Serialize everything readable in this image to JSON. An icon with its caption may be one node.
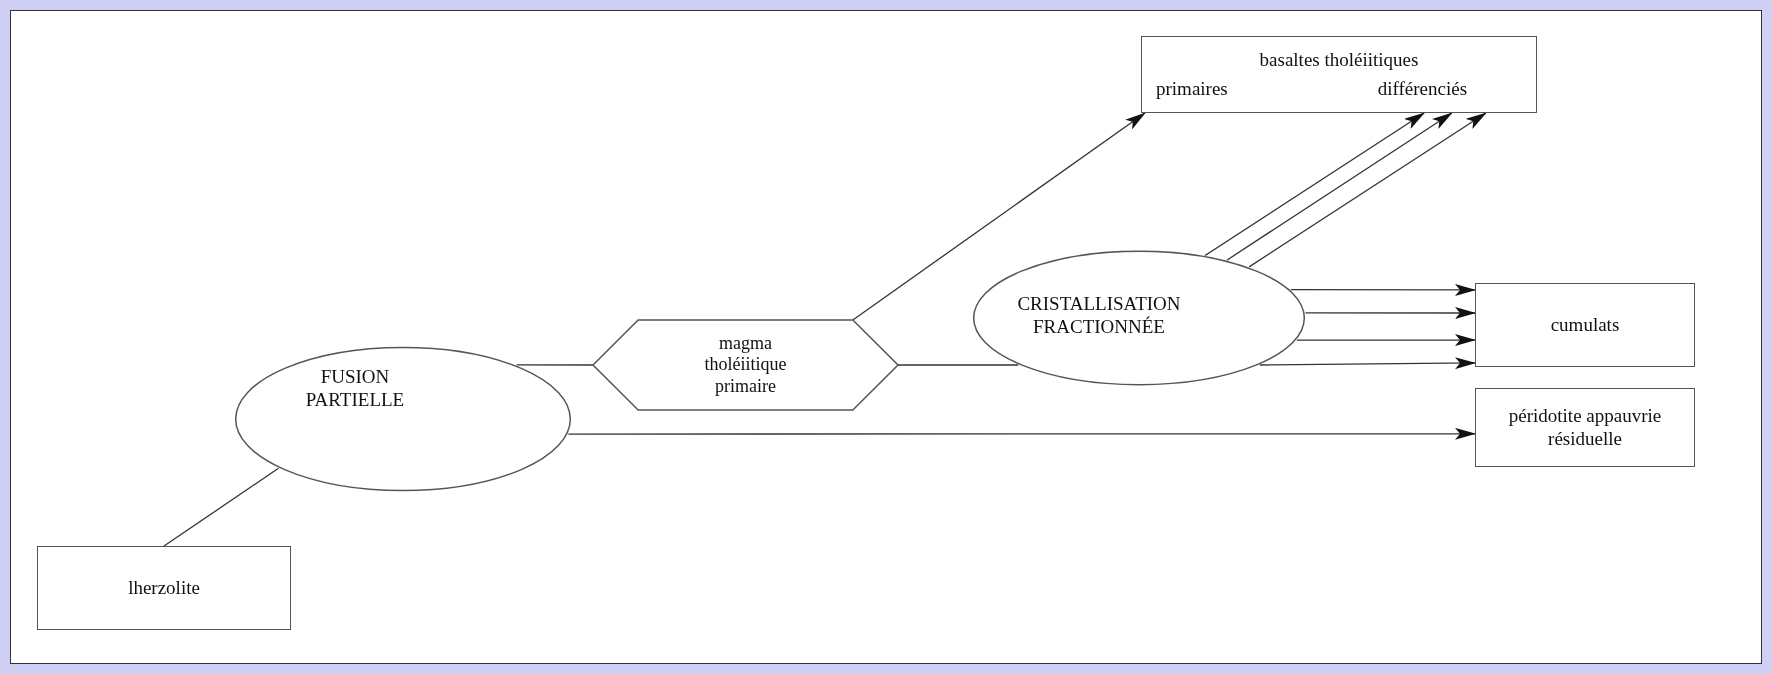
{
  "diagram": {
    "nodes": [
      {
        "text": [
          "lherzolite"
        ]
      },
      {
        "text": [
          "FUSION PARTIELLE"
        ]
      },
      {
        "text": [
          "magma tholéiitique primaire"
        ]
      },
      {
        "text": [
          "CRISTALLISATION FRACTIONNÉE"
        ]
      },
      {
        "text": [
          "basaltes tholéiitiques",
          "primaires",
          "différenciés"
        ]
      },
      {
        "text": [
          "cumulats"
        ]
      },
      {
        "text": [
          "péridotite appauvrie résiduelle"
        ]
      }
    ],
    "edges": [
      {
        "from": 0,
        "to": 1,
        "arrow": "none"
      },
      {
        "from": 1,
        "to": 2,
        "arrow": "none"
      },
      {
        "from": 1,
        "to": 6,
        "arrow": "to"
      },
      {
        "from": 2,
        "to": 4,
        "arrow": "to"
      },
      {
        "from": 2,
        "to": 3,
        "arrow": "none"
      },
      {
        "from": 3,
        "to": 4,
        "arrow": "to"
      },
      {
        "from": 3,
        "to": 4,
        "arrow": "to"
      },
      {
        "from": 3,
        "to": 4,
        "arrow": "to"
      },
      {
        "from": 3,
        "to": 5,
        "arrow": "to"
      },
      {
        "from": 3,
        "to": 5,
        "arrow": "to"
      },
      {
        "from": 3,
        "to": 5,
        "arrow": "to"
      },
      {
        "from": 3,
        "to": 5,
        "arrow": "to"
      }
    ]
  }
}
